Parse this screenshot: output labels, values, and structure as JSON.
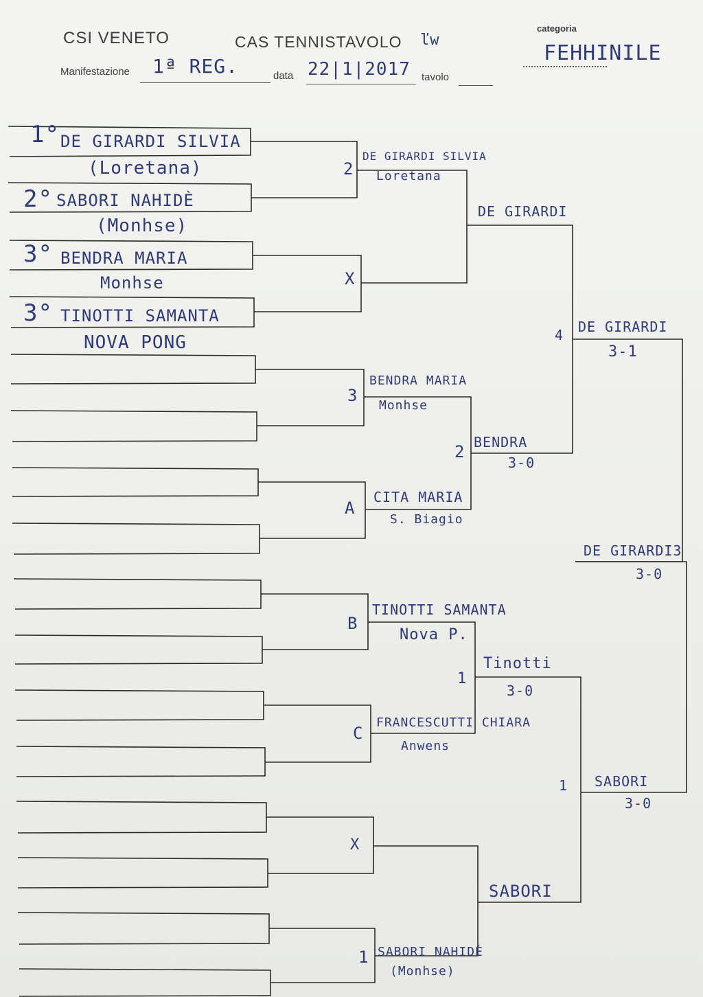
{
  "header": {
    "org": "CSI VENETO",
    "system": "CAS TENNISTAVOLO",
    "system_suffix": "ľw",
    "category_label": "categoria",
    "category_value": "FEHHINILE",
    "event_label": "Manifestazione",
    "event_value": "1ª REG.",
    "date_label": "data",
    "date_value": "22|1|2017",
    "table_label": "tavolo",
    "table_value": ""
  },
  "entries": [
    {
      "rank": "1°",
      "name": "DE GIRARDI SILVIA",
      "club": "(Loretana)"
    },
    {
      "rank": "2°",
      "name": "SABORI NAHIDÈ",
      "club": "(Monhse)"
    },
    {
      "rank": "3°",
      "name": "BENDRA MARIA",
      "club": "Monhse"
    },
    {
      "rank": "3°",
      "name": "TINOTTI SAMANTA",
      "club": "NOVA PONG"
    }
  ],
  "round2": [
    {
      "seed": "2",
      "name": "DE GIRARDI SILVIA",
      "club": "Loretana"
    },
    {
      "seed": "X",
      "name": "",
      "club": ""
    },
    {
      "seed": "3",
      "name": "BENDRA MARIA",
      "club": "Monhse"
    },
    {
      "seed": "A",
      "name": "CITA MARIA",
      "club": "S. Biagio"
    },
    {
      "seed": "B",
      "name": "TINOTTI SAMANTA",
      "club": "Nova P."
    },
    {
      "seed": "C",
      "name": "FRANCESCUTTI CHIARA",
      "club": "Anwens"
    },
    {
      "seed": "X",
      "name": "",
      "club": ""
    },
    {
      "seed": "1",
      "name": "SABORI NAHIDÈ",
      "club": "(Monhse)"
    }
  ],
  "round3": [
    {
      "name": "DE GIRARDI",
      "score": "",
      "seed": ""
    },
    {
      "name": "BENDRA",
      "score": "3-0",
      "seed": "2"
    },
    {
      "name": "Tinotti",
      "score": "3-0",
      "seed": "1"
    },
    {
      "name": "SABORI",
      "score": "",
      "seed": ""
    }
  ],
  "semis": [
    {
      "name": "DE GIRARDI",
      "score": "3-1",
      "seed": "4"
    },
    {
      "name": "SABORI",
      "score": "3-0",
      "seed": "1"
    }
  ],
  "final": {
    "name": "DE GIRARDI3",
    "score": "3-0"
  }
}
